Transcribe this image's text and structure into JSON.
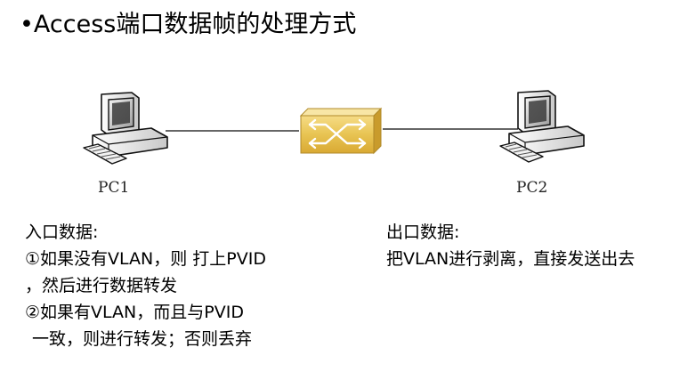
{
  "title": "•Access端口数据帧的处理方式",
  "diagram": {
    "pc1_label": "PC1",
    "pc2_label": "PC2",
    "switch_color": "#e8c453",
    "link_color": "#333333"
  },
  "ingress": {
    "heading": "入口数据:",
    "lines": [
      "①如果没有VLAN，则 打上PVID",
      "，然后进行数据转发",
      "②如果有VLAN，而且与PVID",
      "一致，则进行转发；否则丢弃"
    ]
  },
  "egress": {
    "heading": "出口数据:",
    "lines": [
      "把VLAN进行剥离，直接发送出去"
    ]
  }
}
